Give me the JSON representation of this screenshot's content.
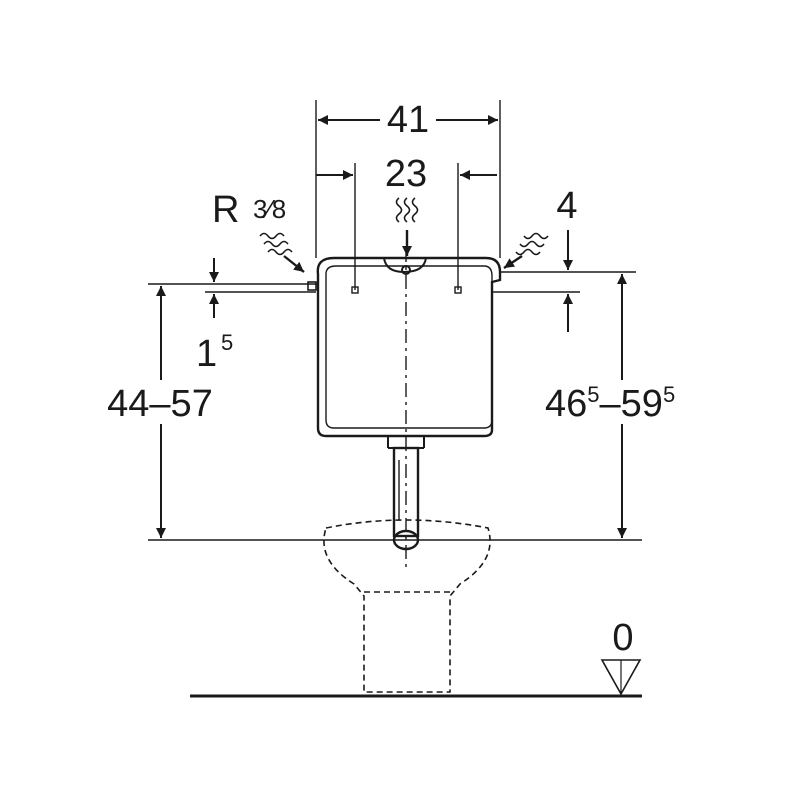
{
  "dimensions": {
    "width_outer": "41",
    "width_inner": "23",
    "thread_prefix": "R",
    "thread_size": "3⁄8",
    "top_offset": "4",
    "side_offset_main": "1",
    "side_offset_sup": "5",
    "left_height": "44–57",
    "right_height_a_main": "46",
    "right_height_a_sup": "5",
    "right_height_dash": "–",
    "right_height_b_main": "59",
    "right_height_b_sup": "5",
    "floor_level": "0"
  }
}
